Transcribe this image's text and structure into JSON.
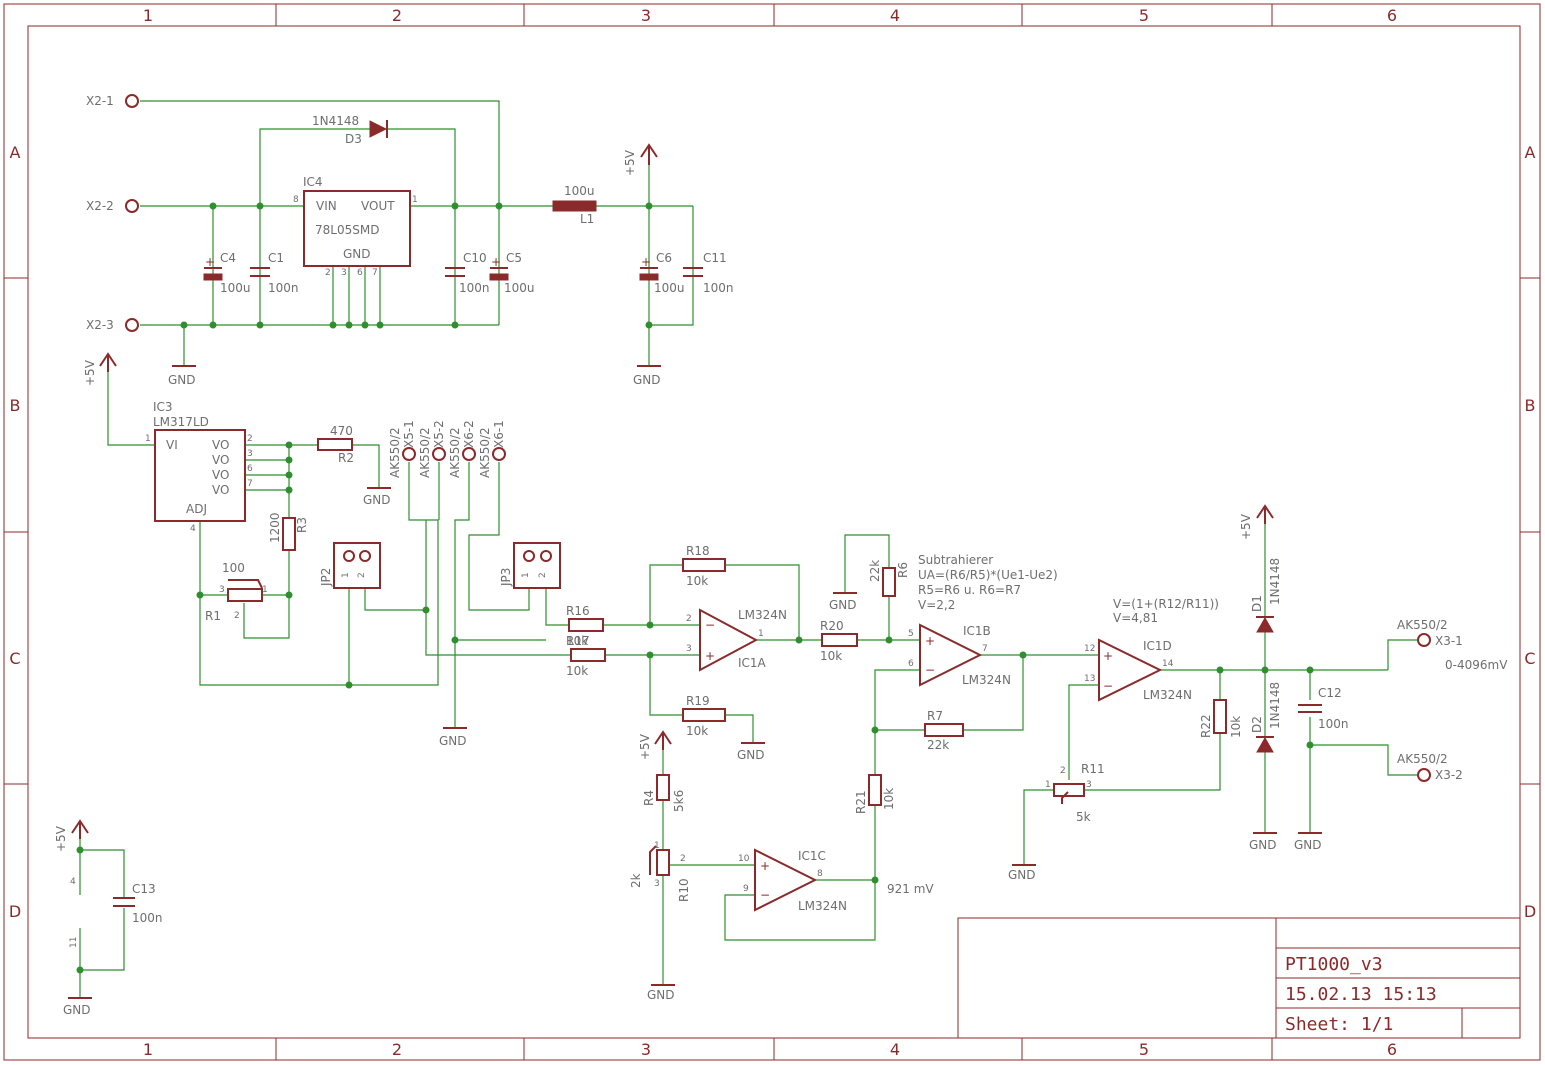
{
  "frame": {
    "columns": [
      "1",
      "2",
      "3",
      "4",
      "5",
      "6"
    ],
    "rows": [
      "A",
      "B",
      "C",
      "D"
    ]
  },
  "title_block": {
    "title": "PT1000_v3",
    "date": "15.02.13 15:13",
    "sheet": "Sheet: 1/1"
  },
  "connectors": {
    "x2_1": "X2-1",
    "x2_2": "X2-2",
    "x2_3": "X2-3",
    "x5_1": "X5-1",
    "x5_2": "X5-2",
    "x6_2": "X6-2",
    "x6_1": "X6-1",
    "x3_1": "X3-1",
    "x3_2": "X3-2",
    "ak": "AK550/2"
  },
  "supplies": {
    "p5v": "+5V",
    "gnd": "GND"
  },
  "parts": {
    "d3_name": "D3",
    "d3_value": "1N4148",
    "ic4_name": "IC4",
    "ic4_value": "78L05SMD",
    "ic4_vin": "VIN",
    "ic4_vout": "VOUT",
    "ic4_gnd": "GND",
    "l1_name": "L1",
    "l1_value": "100u",
    "c4_name": "C4",
    "c4_value": "100u",
    "c1_name": "C1",
    "c1_value": "100n",
    "c10_name": "C10",
    "c10_value": "100n",
    "c5_name": "C5",
    "c5_value": "100u",
    "c6_name": "C6",
    "c6_value": "100u",
    "c11_name": "C11",
    "c11_value": "100n",
    "ic3_name": "IC3",
    "ic3_value": "LM317LD",
    "ic3_vi": "VI",
    "ic3_vo": "VO",
    "ic3_adj": "ADJ",
    "r2_name": "R2",
    "r2_value": "470",
    "r3_name": "R3",
    "r3_value": "1200",
    "r1_name": "R1",
    "r1_value": "100",
    "jp2_name": "JP2",
    "jp3_name": "JP3",
    "r18_name": "R18",
    "r18_value": "10k",
    "r16_name": "R16",
    "r16_value": "10k",
    "r17_name": "R17",
    "r17_value": "10k",
    "r19_name": "R19",
    "r19_value": "10k",
    "ic1a_name": "IC1A",
    "ic1b_name": "IC1B",
    "ic1c_name": "IC1C",
    "ic1d_name": "IC1D",
    "lm324": "LM324N",
    "r20_name": "R20",
    "r20_value": "10k",
    "r6_name": "R6",
    "r6_value": "22k",
    "r7_name": "R7",
    "r7_value": "22k",
    "r21_name": "R21",
    "r21_value": "10k",
    "r4_name": "R4",
    "r4_value": "5k6",
    "r10_name": "R10",
    "r10_value": "2k",
    "r11_name": "R11",
    "r11_value": "5k",
    "r22_name": "R22",
    "r22_value": "10k",
    "d1_name": "D1",
    "d1_value": "1N4148",
    "d2_name": "D2",
    "d2_value": "1N4148",
    "c12_name": "C12",
    "c12_value": "100n",
    "c13_name": "C13",
    "c13_value": "100n"
  },
  "notes": {
    "sub_title": "Subtrahierer",
    "sub_eq1": "UA=(R6/R5)*(Ue1-Ue2)",
    "sub_eq2": "R5=R6 u. R6=R7",
    "sub_eq3": "V=2,2",
    "gain_eq": "V=(1+(R12/R11))",
    "gain_v": "V=4,81",
    "range": "0-4096mV",
    "ref": "921 mV"
  }
}
